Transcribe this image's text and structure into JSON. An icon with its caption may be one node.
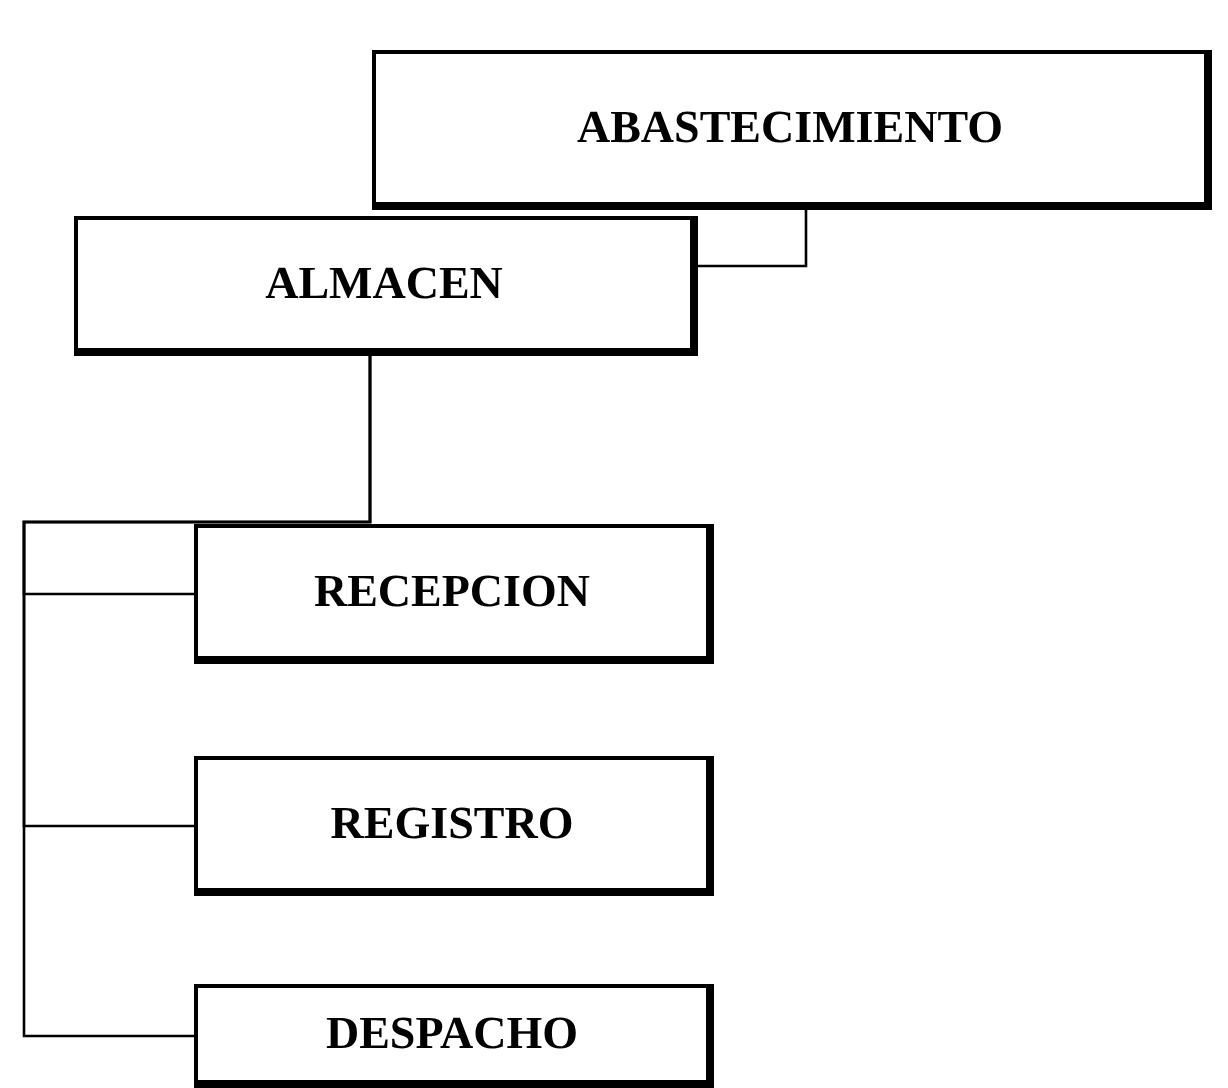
{
  "diagram": {
    "nodes": [
      {
        "text": [
          "ABASTECIMIENTO"
        ]
      },
      {
        "text": [
          "ALMACEN"
        ]
      },
      {
        "text": [
          "RECEPCION"
        ]
      },
      {
        "text": [
          "REGISTRO"
        ]
      },
      {
        "text": [
          "DESPACHO"
        ]
      }
    ],
    "edges": [
      {
        "from": 0,
        "to": 1,
        "arrow": "none"
      },
      {
        "from": 1,
        "to": 2,
        "arrow": "none"
      },
      {
        "from": 1,
        "to": 3,
        "arrow": "none"
      },
      {
        "from": 1,
        "to": 4,
        "arrow": "none"
      }
    ]
  }
}
